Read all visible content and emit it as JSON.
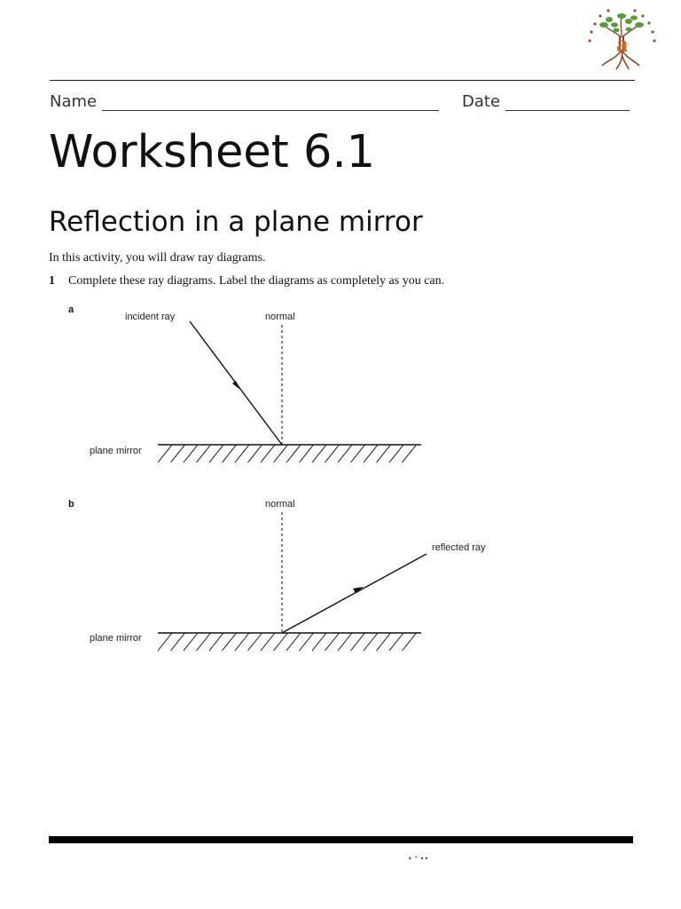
{
  "header": {
    "name_label": "Name",
    "date_label": "Date"
  },
  "title": "Worksheet 6.1",
  "subtitle": "Reflection in a plane mirror",
  "intro": "In this activity, you will draw ray diagrams.",
  "question": {
    "number": "1",
    "text": "Complete these ray diagrams. Label the diagrams as completely as you can."
  },
  "diagram_a": {
    "label": "a",
    "incident_ray_label": "incident ray",
    "normal_label": "normal",
    "mirror_label": "plane mirror"
  },
  "diagram_b": {
    "label": "b",
    "normal_label": "normal",
    "reflected_ray_label": "reflected ray",
    "mirror_label": "plane mirror"
  },
  "footer": {
    "mark": "• ° ••"
  },
  "colors": {
    "ink": "#111111",
    "logo_green": "#5a9a3a",
    "logo_brown": "#a0522d",
    "logo_orange": "#d2691e"
  },
  "logo_icon": "tree-logo-icon"
}
